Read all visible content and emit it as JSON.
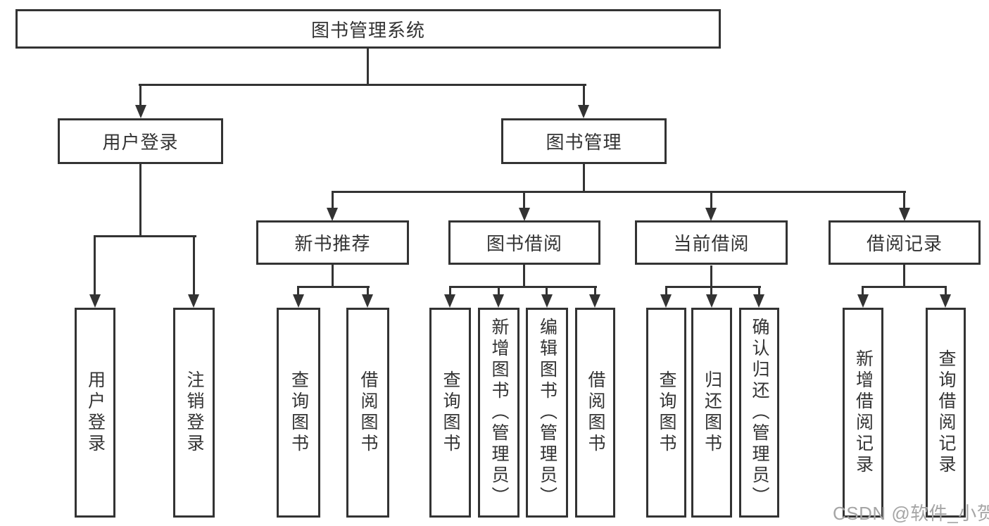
{
  "tree": {
    "label": "图书管理系统",
    "children": [
      {
        "label": "用户登录",
        "children": [
          {
            "label": "用户登录"
          },
          {
            "label": "注销登录"
          }
        ]
      },
      {
        "label": "图书管理",
        "children": [
          {
            "label": "新书推荐",
            "children": [
              {
                "label": "查询图书"
              },
              {
                "label": "借阅图书"
              }
            ]
          },
          {
            "label": "图书借阅",
            "children": [
              {
                "label": "查询图书"
              },
              {
                "label": "新增图书（管理员）"
              },
              {
                "label": "编辑图书（管理员）"
              },
              {
                "label": "借阅图书"
              }
            ]
          },
          {
            "label": "当前借阅",
            "children": [
              {
                "label": "查询图书"
              },
              {
                "label": "归还图书"
              },
              {
                "label": "确认归还（管理员）"
              }
            ]
          },
          {
            "label": "借阅记录",
            "children": [
              {
                "label": "新增借阅记录"
              },
              {
                "label": "查询借阅记录"
              }
            ]
          }
        ]
      }
    ]
  },
  "watermark": {
    "text": "CSDN @软件_小贺同学"
  },
  "colors": {
    "line": "#333333",
    "box_border": "#333333",
    "text": "#333333",
    "watermark_text": "#a5a5a5",
    "background": "#ffffff"
  }
}
